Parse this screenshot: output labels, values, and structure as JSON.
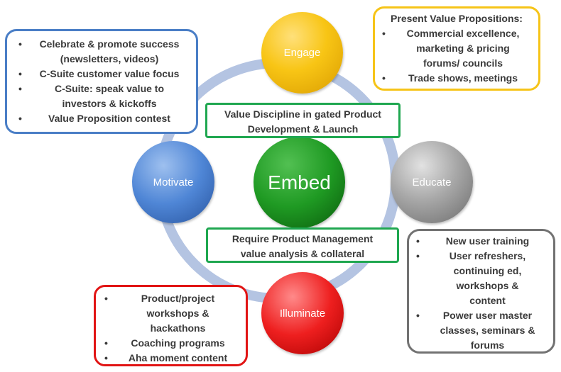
{
  "nodes": {
    "engage": "Engage",
    "motivate": "Motivate",
    "educate": "Educate",
    "illuminate": "Illuminate",
    "embed": "Embed"
  },
  "center_boxes": {
    "top": [
      "Value Discipline in gated Product",
      "Development & Launch"
    ],
    "bottom": [
      "Require Product Management",
      "value analysis & collateral"
    ]
  },
  "motivate_box": {
    "items": [
      [
        "Celebrate & promote success",
        "(newsletters, videos)"
      ],
      [
        "C-Suite customer value focus"
      ],
      [
        "C-Suite: speak value to",
        "investors & kickoffs"
      ],
      [
        "Value Proposition contest"
      ]
    ]
  },
  "engage_box": {
    "title": "Present Value Propositions:",
    "items": [
      [
        "Commercial excellence,",
        "marketing & pricing",
        "forums/ councils"
      ],
      [
        "Trade shows, meetings"
      ]
    ]
  },
  "educate_box": {
    "items": [
      [
        "New user training"
      ],
      [
        "User refreshers,",
        "continuing ed,",
        "workshops &",
        "content"
      ],
      [
        "Power user master",
        "classes, seminars &",
        "forums"
      ]
    ]
  },
  "illuminate_box": {
    "items": [
      [
        "Product/project",
        "workshops &",
        "hackathons"
      ],
      [
        "Coaching programs"
      ],
      [
        "Aha moment content"
      ]
    ]
  },
  "colors": {
    "ring": "#b4c4e2",
    "engage": "#f8c515",
    "motivate": "#4f86d6",
    "educate": "#a8a8a8",
    "illuminate": "#ee1f1f",
    "embed": "#1f9a23",
    "green_border": "#1fa750"
  }
}
